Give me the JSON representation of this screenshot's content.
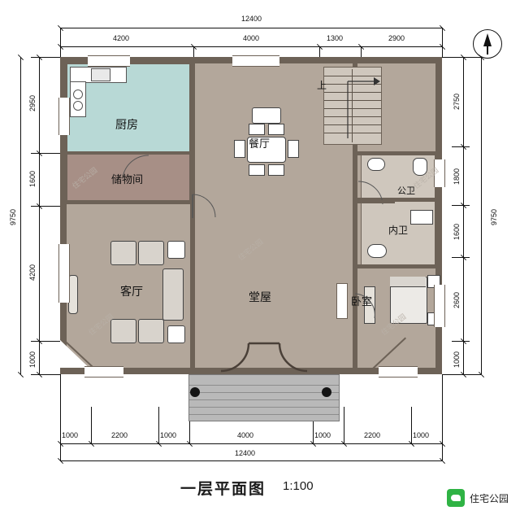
{
  "title": "一层平面图",
  "scale": "1:100",
  "brand": {
    "name": "住宅公园",
    "icon": "wechat-icon"
  },
  "compass": {
    "name": "north-arrow",
    "label": ""
  },
  "watermark": "住宅公园",
  "dimensions": {
    "top_total": "12400",
    "top_segments": [
      "4200",
      "4000",
      "1300",
      "2900"
    ],
    "bottom_total": "12400",
    "bottom_segments": [
      "1000",
      "2200",
      "1000",
      "4000",
      "1000",
      "2200",
      "1000"
    ],
    "left_total": "9750",
    "left_segments": [
      "2950",
      "1600",
      "4200",
      "1000"
    ],
    "right_total": "9750",
    "right_segments": [
      "2750",
      "1800",
      "1600",
      "2600",
      "1000"
    ]
  },
  "rooms": [
    {
      "id": "kitchen",
      "label": "厨房",
      "name": "room-label-kitchen"
    },
    {
      "id": "storage",
      "label": "储物间",
      "name": "room-label-storage"
    },
    {
      "id": "living",
      "label": "客厅",
      "name": "room-label-living"
    },
    {
      "id": "dining",
      "label": "餐厅",
      "name": "room-label-dining"
    },
    {
      "id": "hall",
      "label": "堂屋",
      "name": "room-label-hall"
    },
    {
      "id": "public_wc",
      "label": "公卫",
      "name": "room-label-public-wc"
    },
    {
      "id": "inner_wc",
      "label": "内卫",
      "name": "room-label-inner-wc"
    },
    {
      "id": "bedroom",
      "label": "卧室",
      "name": "room-label-bedroom"
    },
    {
      "id": "stair_up",
      "label": "上",
      "name": "stair-direction-label"
    }
  ]
}
